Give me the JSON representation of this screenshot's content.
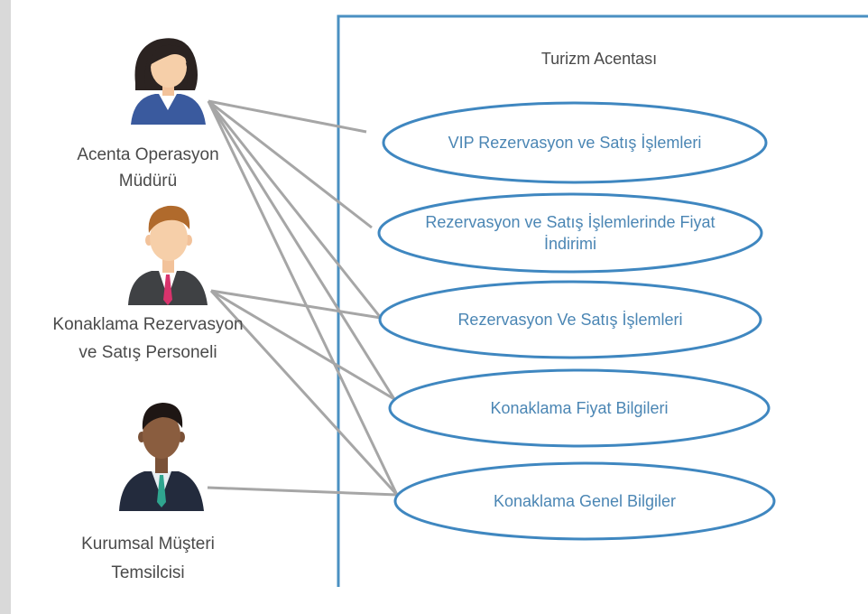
{
  "diagram": {
    "system": {
      "title": "Turizm Acentası"
    },
    "actors": [
      {
        "id": "ops-manager",
        "label_lines": [
          "Acenta Operasyon",
          "Müdürü"
        ],
        "icon": "woman-business-icon"
      },
      {
        "id": "res-staff",
        "label_lines": [
          "Konaklama Rezervasyon",
          "ve Satış Personeli"
        ],
        "icon": "man-suit-pink-tie-icon"
      },
      {
        "id": "corp-rep",
        "label_lines": [
          "Kurumsal Müşteri",
          "Temsilcisi"
        ],
        "icon": "man-suit-teal-tie-icon"
      }
    ],
    "use_cases": [
      {
        "id": "vip",
        "label_lines": [
          "VIP Rezervasyon ve Satış İşlemleri"
        ]
      },
      {
        "id": "discount",
        "label_lines": [
          "Rezervasyon ve Satış İşlemlerinde Fiyat",
          "İndirimi"
        ]
      },
      {
        "id": "sales",
        "label_lines": [
          "Rezervasyon Ve Satış İşlemleri"
        ]
      },
      {
        "id": "price-info",
        "label_lines": [
          "Konaklama Fiyat Bilgileri"
        ]
      },
      {
        "id": "general-info",
        "label_lines": [
          "Konaklama Genel Bilgiler"
        ]
      }
    ],
    "associations": [
      [
        "ops-manager",
        "vip"
      ],
      [
        "ops-manager",
        "discount"
      ],
      [
        "ops-manager",
        "sales"
      ],
      [
        "ops-manager",
        "price-info"
      ],
      [
        "ops-manager",
        "general-info"
      ],
      [
        "res-staff",
        "sales"
      ],
      [
        "res-staff",
        "price-info"
      ],
      [
        "res-staff",
        "general-info"
      ],
      [
        "corp-rep",
        "general-info"
      ]
    ],
    "colors": {
      "system_border": "#4a90c2",
      "use_case_border": "#3f87c0",
      "use_case_text": "#4b86b4",
      "association_line": "#a6a6a6",
      "actor_text": "#4a4a4a"
    }
  }
}
